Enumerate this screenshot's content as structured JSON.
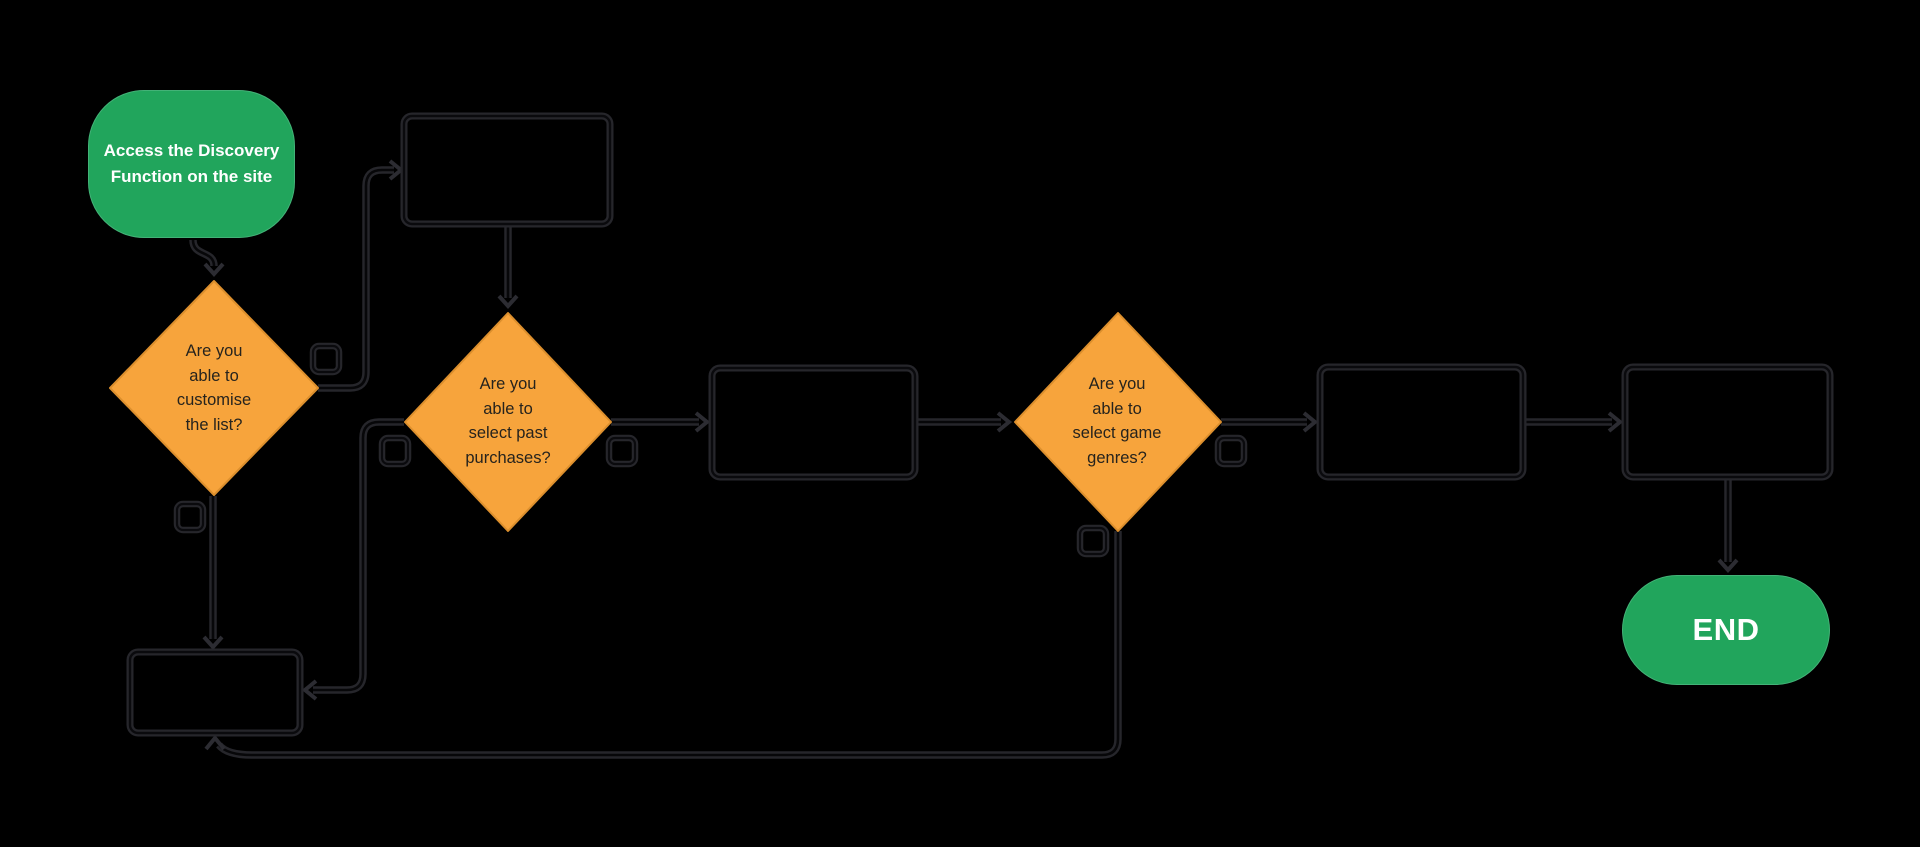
{
  "flowchart": {
    "start": {
      "line1": "Access the Discovery",
      "line2": "Function on the site"
    },
    "decisions": {
      "customise": {
        "line1": "Are you",
        "line2": "able to",
        "line3": "customise",
        "line4": "the list?"
      },
      "past_purchases": {
        "line1": "Are you",
        "line2": "able to",
        "line3": "select past",
        "line4": "purchases?"
      },
      "game_genres": {
        "line1": "Are you",
        "line2": "able to",
        "line3": "select game",
        "line4": "genres?"
      }
    },
    "end": {
      "label": "END"
    },
    "process_boxes": {
      "top": "",
      "after_past_purchases": "",
      "after_game_genres": "",
      "before_end": "",
      "retry": ""
    },
    "edge_labels": {
      "customise_yes": "",
      "customise_no": "",
      "past_purchases_yes": "",
      "past_purchases_no": "",
      "game_genres_yes": "",
      "game_genres_no": ""
    },
    "colors": {
      "background": "#000000",
      "terminal_green": "#21a55c",
      "diamond_orange": "#f7a43c",
      "diamond_stroke": "#dc8f2d",
      "wire_gray": "#26262b",
      "diamond_text": "#26231d",
      "terminal_text": "#ffffff"
    }
  }
}
